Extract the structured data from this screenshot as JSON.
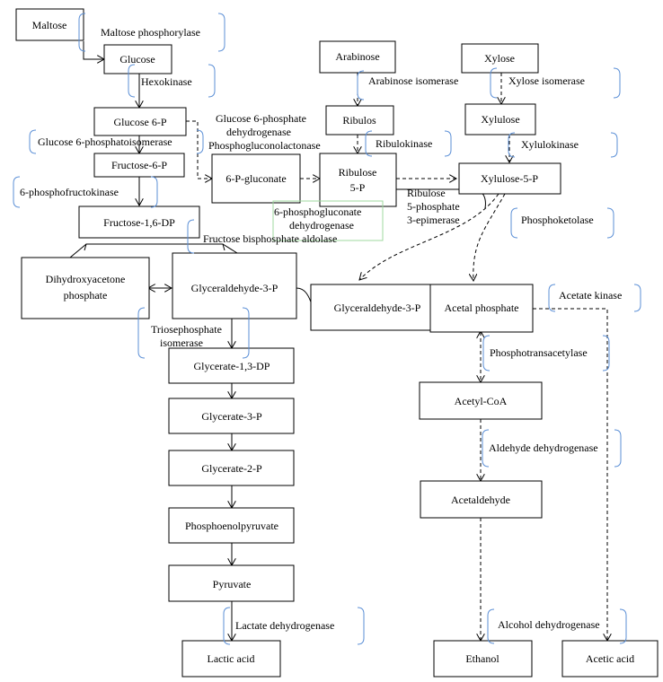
{
  "compounds": {
    "maltose": "Maltose",
    "glucose": "Glucose",
    "arabinose": "Arabinose",
    "xylose": "Xylose",
    "glucose6p": "Glucose 6-P",
    "ribulos": "Ribulos",
    "xylulose": "Xylulose",
    "fructose6p": "Fructose-6-P",
    "gluconate6p": "6-P-gluconate",
    "ribulose5p_1": "Ribulose",
    "ribulose5p_2": "5-P",
    "xylulose5p": "Xylulose-5-P",
    "fructose16dp": "Fructose-1,6-DP",
    "dhap_1": "Dihydroxyacetone",
    "dhap_2": "phosphate",
    "g3p": "Glyceraldehyde-3-P",
    "g3p_2": "Glyceraldehyde-3-P",
    "acetal_phosphate": "Acetal phosphate",
    "glycerate13dp": "Glycerate-1,3-DP",
    "acetylcoa": "Acetyl-CoA",
    "glycerate3p": "Glycerate-3-P",
    "glycerate2p": "Glycerate-2-P",
    "acetaldehyde": "Acetaldehyde",
    "pep": "Phosphoenolpyruvate",
    "pyruvate": "Pyruvate",
    "lactic_acid": "Lactic acid",
    "ethanol": "Ethanol",
    "acetic_acid": "Acetic acid"
  },
  "enzymes": {
    "maltose_phosphorylase": "Maltose phosphorylase",
    "hexokinase": "Hexokinase",
    "arabinose_isomerase": "Arabinose isomerase",
    "xylose_isomerase": "Xylose isomerase",
    "g6pdh_1": "Glucose 6-phosphate",
    "g6pdh_2": "dehydrogenase",
    "phosphogluconolactonase": "Phosphogluconolactonase",
    "g6p_isomerase": "Glucose 6-phosphatoisomerase",
    "ribulokinase": "Ribulokinase",
    "xylulokinase": "Xylulokinase",
    "phosphofructokinase": "6-phosphofructokinase",
    "epimerase_1": "Ribulose",
    "epimerase_2": "5-phosphate",
    "epimerase_3": "3-epimerase",
    "pgdh_1": "6-phosphogluconate",
    "pgdh_2": "dehydrogenase",
    "phosphoketolase": "Phosphoketolase",
    "aldolase": "Fructose bisphosphate aldolase",
    "acetate_kinase": "Acetate kinase",
    "tpi_1": "Triosephosphate",
    "tpi_2": "isomerase",
    "phosphotransacetylase": "Phosphotransacetylase",
    "aldehyde_dh": "Aldehyde dehydrogenase",
    "lactate_dh": "Lactate dehydrogenase",
    "alcohol_dh": "Alcohol dehydrogenase"
  },
  "colors": {
    "line": "#000000",
    "bracket": "#5b8fd6",
    "highlight_box": "#9fd89f"
  }
}
